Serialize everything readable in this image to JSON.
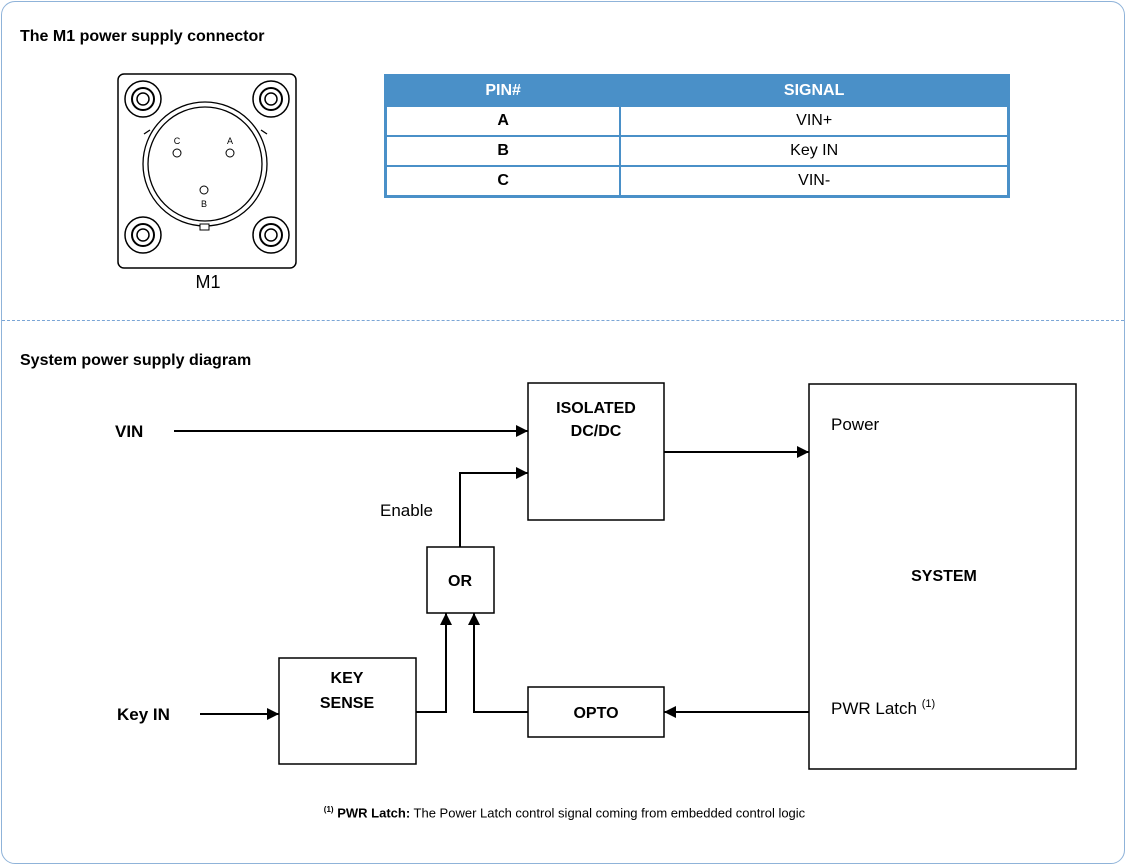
{
  "connector_section": {
    "title": "The M1 power supply connector",
    "connector_label": "M1",
    "pin_labels": {
      "a": "A",
      "b": "B",
      "c": "C"
    },
    "table": {
      "headers": [
        "PIN#",
        "SIGNAL"
      ],
      "rows": [
        {
          "pin": "A",
          "signal": "VIN+"
        },
        {
          "pin": "B",
          "signal": "Key IN"
        },
        {
          "pin": "C",
          "signal": "VIN-"
        }
      ]
    }
  },
  "diagram_section": {
    "title": "System power supply diagram",
    "inputs": {
      "vin": "VIN",
      "key_in": "Key IN"
    },
    "blocks": {
      "isolated_line1": "ISOLATED",
      "isolated_line2": "DC/DC",
      "or": "OR",
      "key_sense_line1": "KEY",
      "key_sense_line2": "SENSE",
      "opto": "OPTO",
      "system": "SYSTEM"
    },
    "signals": {
      "enable": "Enable",
      "power": "Power",
      "pwr_latch": "PWR Latch",
      "pwr_latch_ref": "(1)"
    },
    "footnote": {
      "ref": "(1)",
      "term": "PWR Latch:",
      "text": " The Power Latch control signal coming from embedded control logic"
    }
  },
  "colors": {
    "accent": "#4a90c8",
    "frame": "#8fb3d9",
    "divider": "#7aa5d6"
  }
}
